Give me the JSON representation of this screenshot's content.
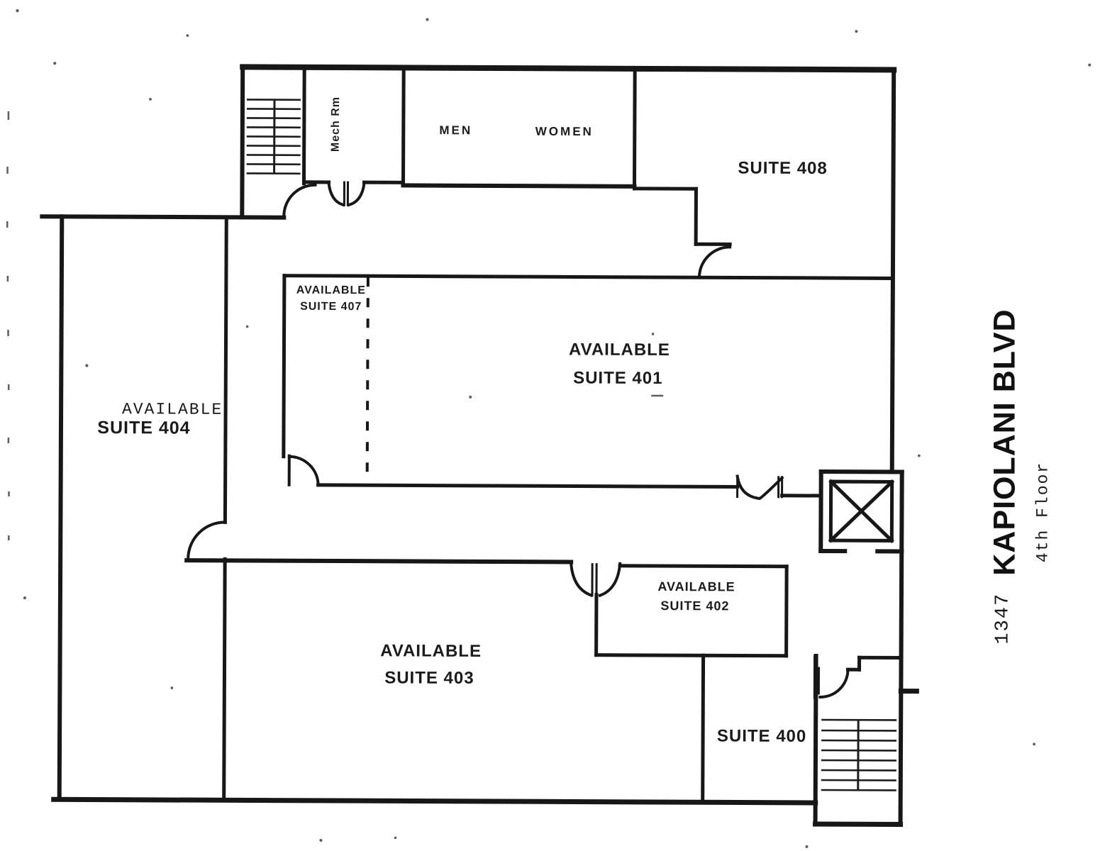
{
  "document": {
    "type": "floor-plan",
    "address_number": "1347",
    "street": "KAPIOLANI BLVD",
    "floor": "4th Floor"
  },
  "rooms": {
    "mech_rm": {
      "label": "Mech Rm"
    },
    "men": {
      "label": "MEN"
    },
    "women": {
      "label": "WOMEN"
    },
    "suite_408": {
      "name": "SUITE 408"
    },
    "suite_407": {
      "status": "AVAILABLE",
      "name": "SUITE 407"
    },
    "suite_401": {
      "status": "AVAILABLE",
      "name": "SUITE 401"
    },
    "suite_404": {
      "status": "AVAILABLE",
      "name": "SUITE 404"
    },
    "suite_402": {
      "status": "AVAILABLE",
      "name": "SUITE 402"
    },
    "suite_403": {
      "status": "AVAILABLE",
      "name": "SUITE 403"
    },
    "suite_400": {
      "name": "SUITE 400"
    }
  },
  "colors": {
    "ink": "#1a1a1a",
    "paper": "#ffffff"
  }
}
